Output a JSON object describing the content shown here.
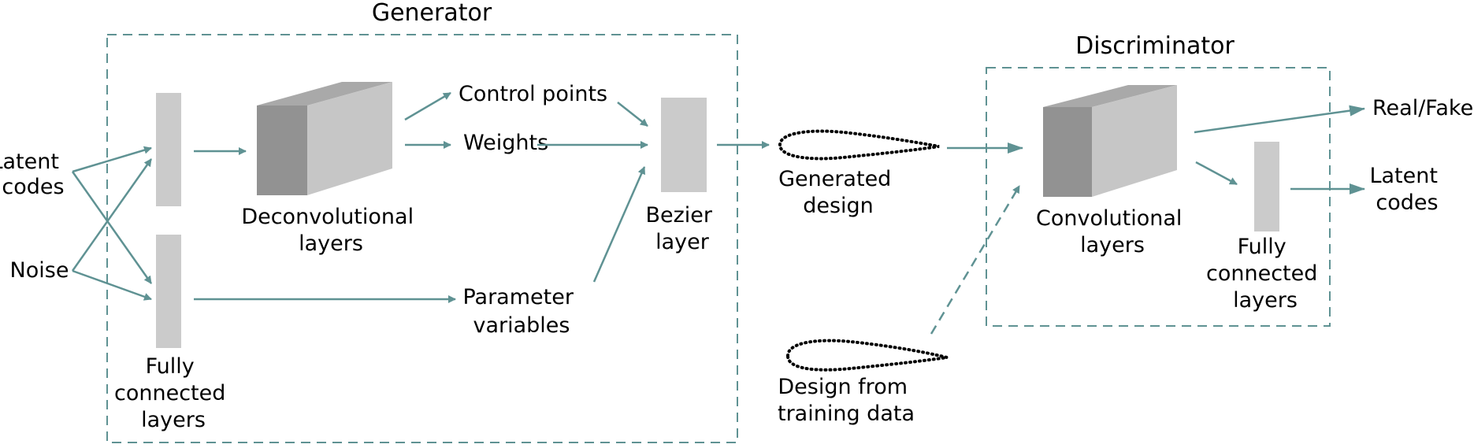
{
  "colors": {
    "arrow": "#5f9293",
    "fc_layer": "#cbcbcb",
    "block_front": "#929292",
    "block_top": "#a9a9a9",
    "block_side": "#c6c6c6",
    "dashed_box": "#5f9293",
    "airfoil": "#000000"
  },
  "generator": {
    "title": "Generator",
    "inputs": {
      "latent": [
        "Latent",
        "codes"
      ],
      "noise": "Noise"
    },
    "fc_layers": [
      "Fully",
      "connected",
      "layers"
    ],
    "deconv_layers": [
      "Deconvolutional",
      "layers"
    ],
    "control_points": "Control points",
    "weights": "Weights",
    "parameter_variables": [
      "Parameter",
      "variables"
    ],
    "bezier_layer": [
      "Bezier",
      "layer"
    ]
  },
  "generated_design": [
    "Generated",
    "design"
  ],
  "training_design": [
    "Design from",
    "training data"
  ],
  "discriminator": {
    "title": "Discriminator",
    "conv_layers": [
      "Convolutional",
      "layers"
    ],
    "fc_layers": [
      "Fully",
      "connected",
      "layers"
    ],
    "real_fake": "Real/Fake",
    "latent_codes": [
      "Latent",
      "codes"
    ]
  }
}
